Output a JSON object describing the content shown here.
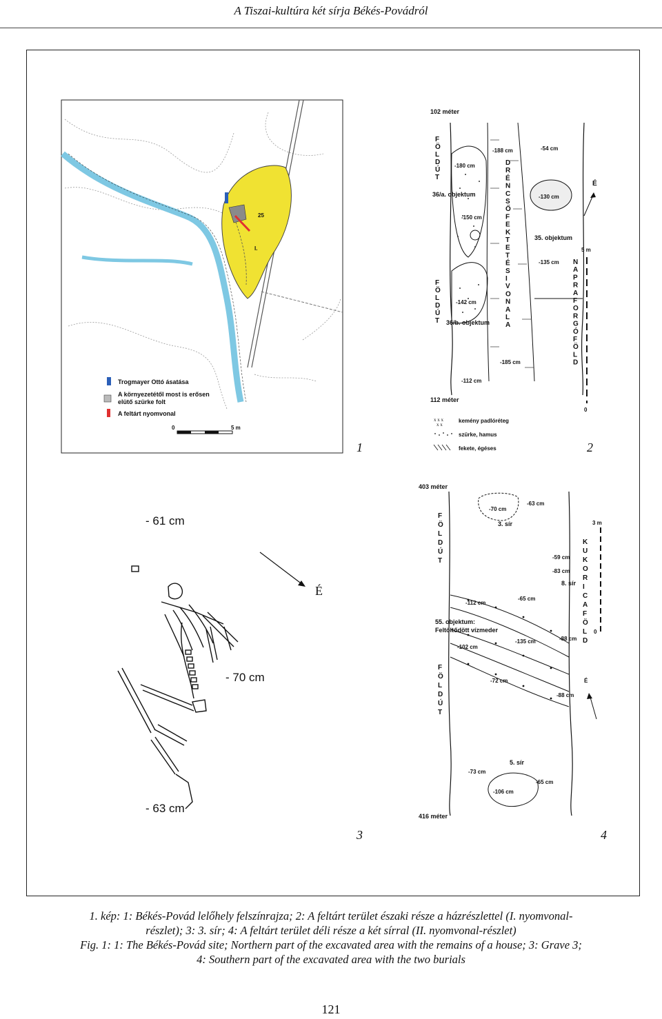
{
  "header": {
    "running_title": "A Tiszai-kultúra két sírja Békés-Povádról"
  },
  "figure": {
    "panel_numbers": [
      "1",
      "2",
      "3",
      "4"
    ],
    "panel1": {
      "legend": [
        "Trogmayer Ottó ásatása",
        "A környezetétől most is erősen",
        "elütő szürke folt",
        "A feltárt nyomvonal"
      ],
      "scale": [
        "0",
        "5 m"
      ],
      "map_marks": [
        "25",
        "I."
      ]
    },
    "panel2": {
      "top_meter": "102 méter",
      "bottom_meter": "112 méter",
      "north": "É",
      "scale_top": "5 m",
      "scale_bottom": "0",
      "left_road_1": "FÖLDÚT",
      "left_road_2": "FÖLDÚT",
      "drainage": "DRÉNCSŐ FEKTETÉSI VONALA",
      "napraforgo": "NAPRAFORGÓFÖLD",
      "objects": [
        "36/a. objektum",
        "36/b. objektum",
        "35. objektum"
      ],
      "depths": [
        "-188 cm",
        "-54 cm",
        "-180 cm",
        "-150 cm",
        "-130 cm",
        "-135 cm",
        "-142 cm",
        "-185 cm",
        "-112 cm"
      ],
      "legend": [
        "kemény padlóréteg",
        "szürke, hamus",
        "fekete, égéses"
      ]
    },
    "panel3": {
      "depth_top": "- 61 cm",
      "depth_mid": "- 70 cm",
      "depth_bottom": "- 63 cm",
      "north": "É"
    },
    "panel4": {
      "top_meter": "403 méter",
      "bottom_meter": "416 méter",
      "scale_top": "3 m",
      "scale_bottom": "0",
      "north": "É",
      "left_road_1": "FÖLDÚT",
      "left_road_2": "FÖLDÚT",
      "kukorica": "KUKORICAFÖLD",
      "grave3": "3. sír",
      "grave8": "8. sír",
      "grave5": "5. sír",
      "object55": [
        "55. objektum:",
        "Feltöltődött vízmeder"
      ],
      "depths": [
        "-70 cm",
        "-63 cm",
        "-59 cm",
        "-83 cm",
        "-65 cm",
        "-112 cm",
        "-88 cm",
        "-135 cm",
        "-102 cm",
        "-72 cm",
        "-88 cm",
        "-73 cm",
        "-65 cm",
        "-106 cm"
      ]
    }
  },
  "caption": {
    "hu_line1": "1. kép: 1: Békés-Povád lelőhely felszínrajza; 2: A feltárt terület északi része a házrészlettel (I. nyomvonal-",
    "hu_line2": "részlet); 3: 3. sír; 4: A feltárt terület déli része a két sírral (II. nyomvonal-részlet)",
    "en_line1": "Fig. 1: 1: The Békés-Povád site; Northern part of the excavated area with the remains of a house; 3: Grave 3;",
    "en_line2": "4: Southern part of the excavated area with the two burials"
  },
  "page_number": "121",
  "colors": {
    "river": "#7ec8e3",
    "site": "#f0e232",
    "grey_patch": "#8a8a8a",
    "trace": "#e03030"
  }
}
